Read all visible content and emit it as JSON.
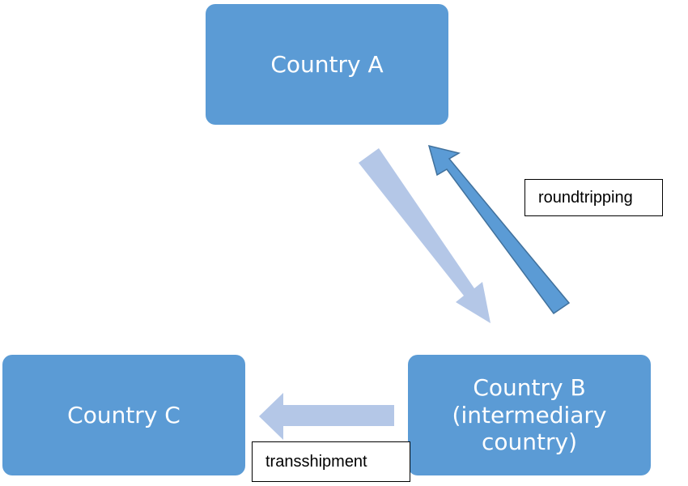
{
  "nodes": {
    "a": {
      "label": "Country A"
    },
    "b": {
      "label": "Country B\n(intermediary\ncountry)"
    },
    "c": {
      "label": "Country C"
    }
  },
  "edges": {
    "roundtripping": {
      "label": "roundtripping"
    },
    "transshipment": {
      "label": "transshipment"
    }
  },
  "colors": {
    "node_fill": "#5b9bd5",
    "arrow_light": "#b4c7e7",
    "arrow_dark": "#5b9bd5",
    "arrow_dark_stroke": "#41719c"
  }
}
